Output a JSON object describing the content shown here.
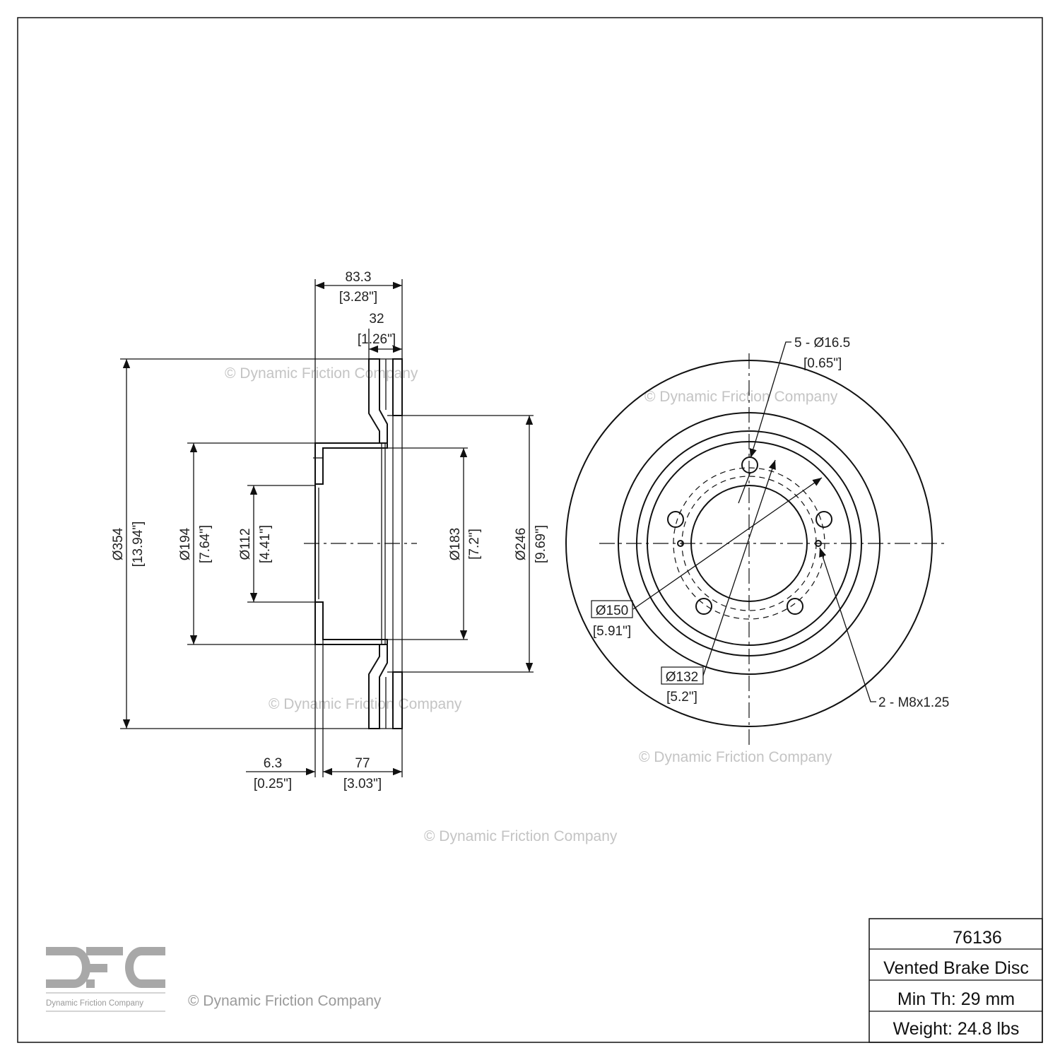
{
  "dimensions": {
    "overall_width": {
      "mm": "83.3",
      "in": "[3.28\"]"
    },
    "disc_thickness": {
      "mm": "32",
      "in": "[1.26\"]"
    },
    "outer_diameter": {
      "mm": "Ø354",
      "in": "[13.94\"]"
    },
    "hat_diameter": {
      "mm": "Ø194",
      "in": "[7.64\"]"
    },
    "center_bore": {
      "mm": "Ø112",
      "in": "[4.41\"]"
    },
    "inner_hat_diameter": {
      "mm": "Ø183",
      "in": "[7.2\"]"
    },
    "inner_friction_diameter": {
      "mm": "Ø246",
      "in": "[9.69\"]"
    },
    "flange_thickness": {
      "mm": "6.3",
      "in": "[0.25\"]"
    },
    "hat_height": {
      "mm": "77",
      "in": "[3.03\"]"
    },
    "bolt_holes": {
      "mm": "5 - Ø16.5",
      "in": "[0.65\"]"
    },
    "bolt_circle": {
      "mm": "Ø150",
      "in": "[5.91\"]"
    },
    "pilot_circle": {
      "mm": "Ø132",
      "in": "[5.2\"]"
    },
    "threaded_holes": "2 - M8x1.25"
  },
  "watermark": "© Dynamic Friction Company",
  "logo": {
    "letters": "DFC",
    "caption": "Dynamic Friction Company"
  },
  "footer_copyright": "© Dynamic Friction Company",
  "title_block": {
    "part_number": "76136",
    "description": "Vented Brake Disc",
    "min_thickness": "Min Th: 29 mm",
    "weight": "Weight: 24.8 lbs"
  }
}
